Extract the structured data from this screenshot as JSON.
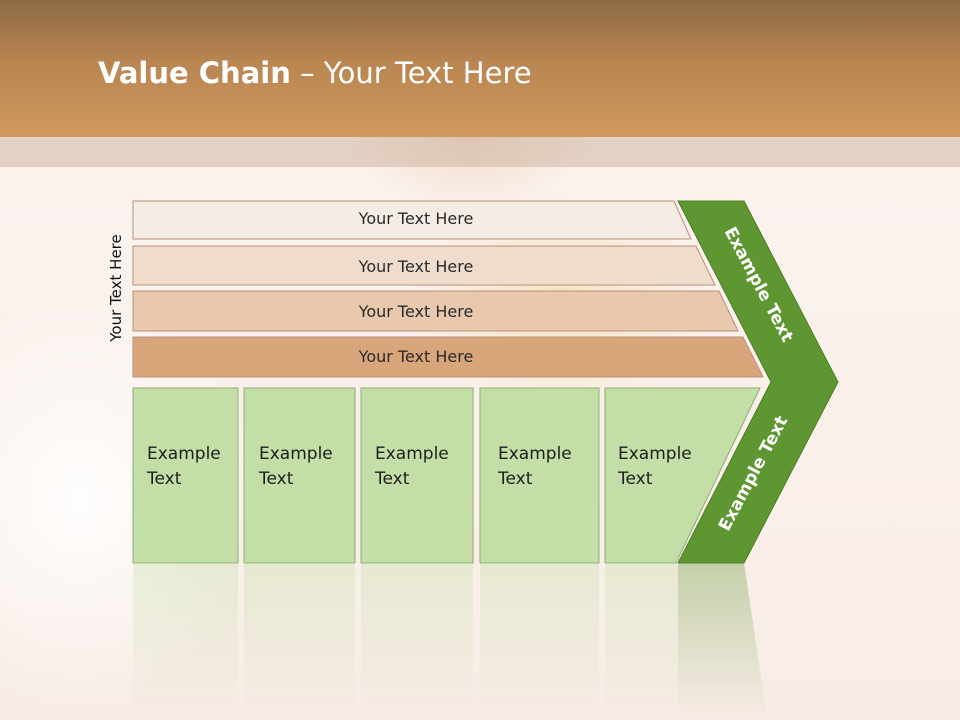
{
  "slide": {
    "title_bold": "Value Chain",
    "title_rest": " – Your Text Here"
  },
  "side_label": "Your Text Here",
  "support_bars": [
    {
      "label": "Your Text Here",
      "color": "#f5ece6"
    },
    {
      "label": "Your Text Here",
      "color": "#f0dccd"
    },
    {
      "label": "Your Text Here",
      "color": "#e8c9ae"
    },
    {
      "label": "Your Text Here",
      "color": "#d8a67a"
    }
  ],
  "primary_boxes": [
    {
      "line1": "Example",
      "line2": "Text"
    },
    {
      "line1": "Example",
      "line2": "Text"
    },
    {
      "line1": "Example",
      "line2": "Text"
    },
    {
      "line1": "Example",
      "line2": "Text"
    },
    {
      "line1": "Example",
      "line2": "Text"
    }
  ],
  "chevron": {
    "upper_label": "Example Text",
    "lower_label": "Example Text",
    "color": "#5e9632"
  },
  "colors": {
    "box_fill": "#c3dea6",
    "box_stroke": "#8fae72",
    "bar_stroke": "#b9907a"
  }
}
